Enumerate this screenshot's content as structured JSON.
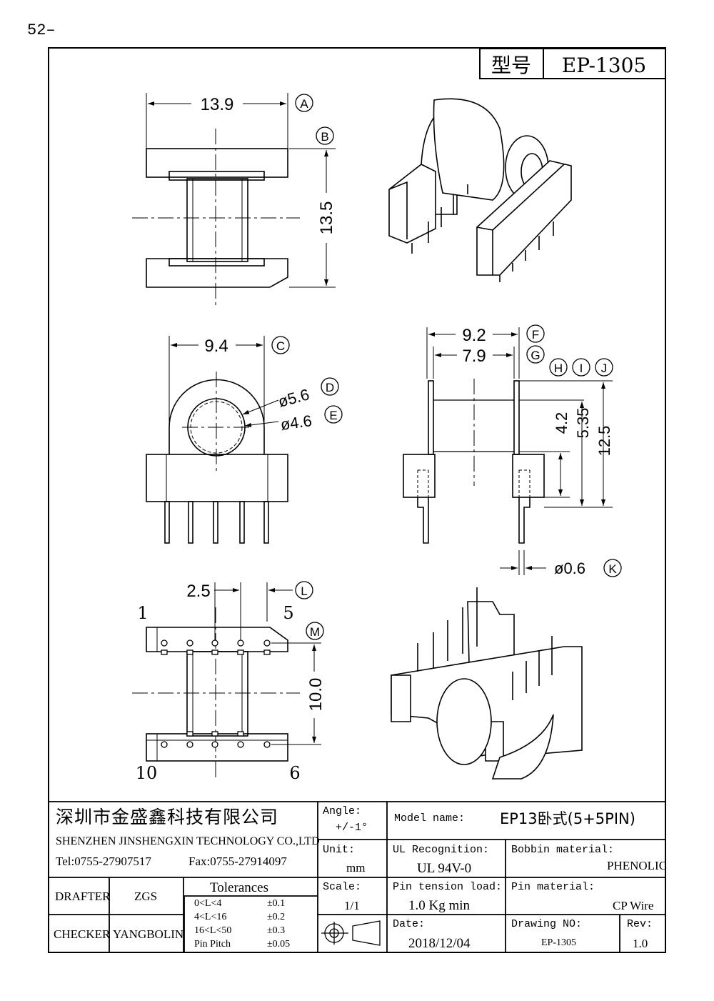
{
  "page_number": "52–",
  "model_box": {
    "label": "型号",
    "value": "EP-1305"
  },
  "views": {
    "top": {
      "width": "13.9",
      "width_tag": "A",
      "height": "13.5",
      "height_tag": "B"
    },
    "front": {
      "width": "9.4",
      "width_tag": "C",
      "outer_dia": "ø5.6",
      "outer_tag": "D",
      "inner_dia": "ø4.6",
      "inner_tag": "E"
    },
    "side": {
      "outer": "9.2",
      "outer_tag": "F",
      "inner": "7.9",
      "inner_tag": "G",
      "dim_h": "4.2",
      "dim_i": "5.35",
      "dim_j": "12.5",
      "tags_hij": [
        "H",
        "I",
        "J"
      ],
      "pin_dia": "ø0.6",
      "pin_tag": "K"
    },
    "bottom": {
      "pitch": "2.5",
      "pitch_tag": "L",
      "span": "10.0",
      "span_tag": "M",
      "pin_labels": [
        "1",
        "5",
        "10",
        "6"
      ]
    }
  },
  "title_block": {
    "company_cn": "深圳市金盛鑫科技有限公司",
    "company_en": "SHENZHEN JINSHENGXIN TECHNOLOGY CO.,LTD",
    "tel": "Tel:0755-27907517",
    "fax": "Fax:0755-27914097",
    "angle_label": "Angle:",
    "angle_value": "+/-1°",
    "model_label": "Model name:",
    "model_value": "EP13卧式(5+5PIN)",
    "unit_label": "Unit:",
    "unit_value": "mm",
    "ul_label": "UL Recognition:",
    "ul_value": "UL 94V-0",
    "bobbin_label": "Bobbin material:",
    "bobbin_value": "PHENOLIC",
    "drafter_label": "DRAFTER",
    "drafter_value": "ZGS",
    "tolerances_label": "Tolerances",
    "tolerances": [
      {
        "range": "0<L<4",
        "value": "±0.1"
      },
      {
        "range": "4<L<16",
        "value": "±0.2"
      },
      {
        "range": "16<L<50",
        "value": "±0.3"
      },
      {
        "range": "Pin Pitch",
        "value": "±0.05"
      }
    ],
    "scale_label": "Scale:",
    "scale_value": "1/1",
    "pin_tension_label": "Pin tension load:",
    "pin_tension_value": "1.0 Kg min",
    "pin_material_label": "Pin material:",
    "pin_material_value": "CP Wire",
    "checker_label": "CHECKER",
    "checker_value": "YANGBOLIN",
    "date_label": "Date:",
    "date_value": "2018/12/04",
    "drawing_no_label": "Drawing NO:",
    "drawing_no_value": "EP-1305",
    "rev_label": "Rev:",
    "rev_value": "1.0"
  }
}
